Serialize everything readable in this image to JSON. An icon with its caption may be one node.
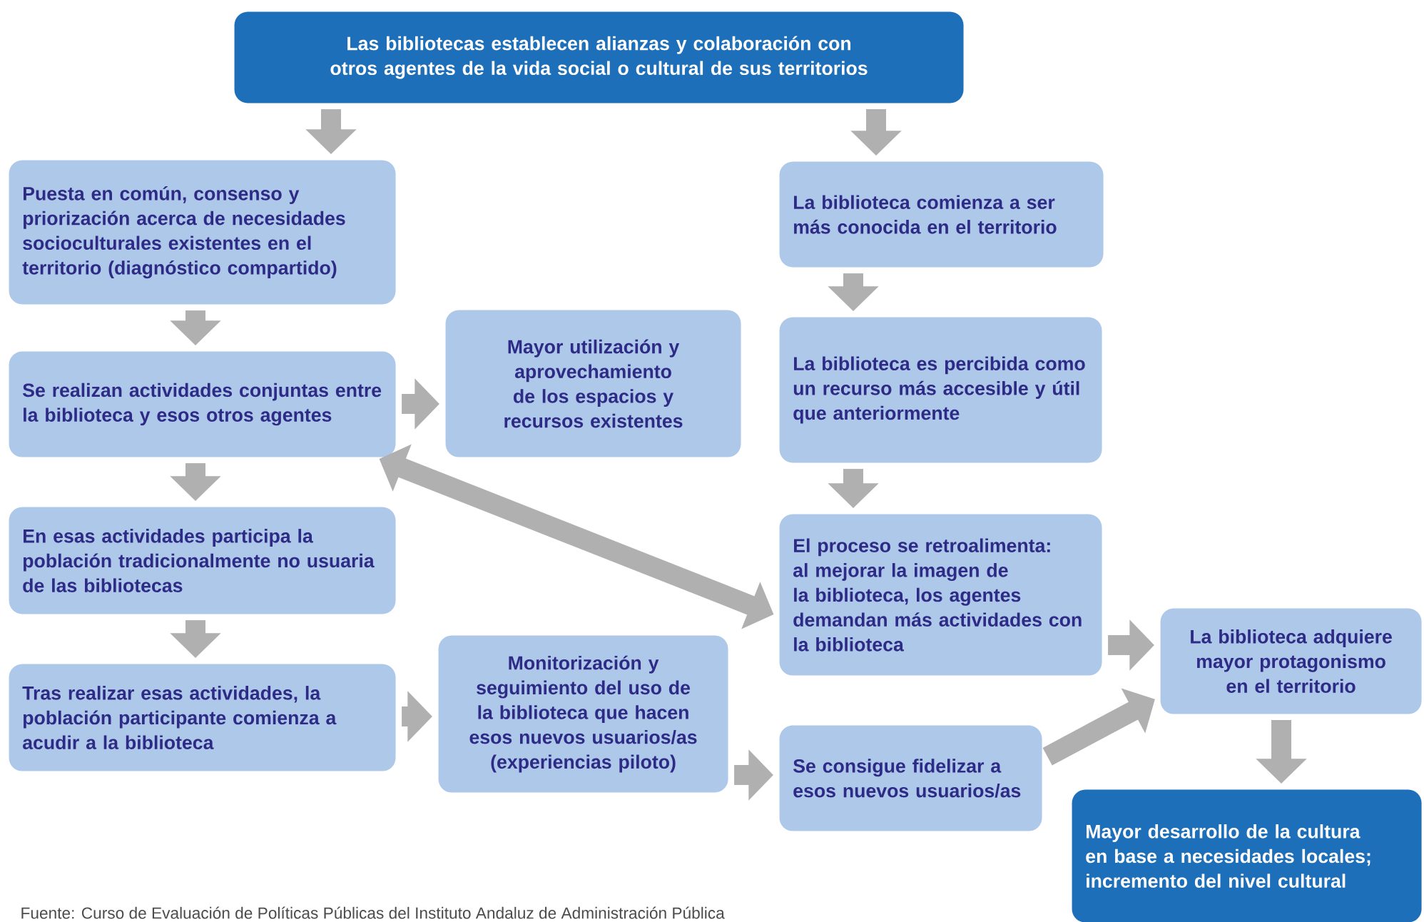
{
  "diagram": {
    "nodes": [
      {
        "text": [
          "Las bibliotecas establecen alianzas y colaboración con otros agentes de la vida social o cultural de sus territorios"
        ]
      },
      {
        "text": [
          "Puesta en común, consenso y priorización acerca de necesidades socioculturales existentes en el territorio (diagnóstico compartido)"
        ]
      },
      {
        "text": [
          "Se realizan actividades conjuntas entre la biblioteca y esos otros agentes"
        ]
      },
      {
        "text": [
          "Mayor utilización y aprovechamiento de los espacios y recursos existentes"
        ]
      },
      {
        "text": [
          "En esas actividades participa la población tradicionalmente no usuaria de las bibliotecas"
        ]
      },
      {
        "text": [
          "Tras realizar esas actividades, la población participante comienza a acudir a la biblioteca"
        ]
      },
      {
        "text": [
          "Monitorización y seguimiento del uso de la biblioteca que hacen esos nuevos usuarios/as (experiencias piloto)"
        ]
      },
      {
        "text": [
          "Se consigue fidelizar a esos nuevos usuarios/as"
        ]
      },
      {
        "text": [
          "La biblioteca comienza a ser más conocida en el territorio"
        ]
      },
      {
        "text": [
          "La biblioteca es percibida como un recurso más accesible y útil que anteriormente"
        ]
      },
      {
        "text": [
          "El proceso se retroalimenta: al mejorar la imagen de la biblioteca, los agentes demandan más actividades con la biblioteca"
        ]
      },
      {
        "text": [
          "La biblioteca adquiere mayor protagonismo en el territorio"
        ]
      },
      {
        "text": [
          "Mayor desarrollo de la cultura en base a necesidades locales; incremento del nivel cultural"
        ]
      }
    ],
    "edges": [
      {
        "from": 0,
        "to": 1,
        "arrow": "to"
      },
      {
        "from": 0,
        "to": 8,
        "arrow": "to"
      },
      {
        "from": 1,
        "to": 2,
        "arrow": "to"
      },
      {
        "from": 2,
        "to": 3,
        "arrow": "to"
      },
      {
        "from": 2,
        "to": 4,
        "arrow": "to"
      },
      {
        "from": 4,
        "to": 5,
        "arrow": "to"
      },
      {
        "from": 5,
        "to": 6,
        "arrow": "to"
      },
      {
        "from": 6,
        "to": 7,
        "arrow": "to"
      },
      {
        "from": 7,
        "to": 11,
        "arrow": "to"
      },
      {
        "from": 8,
        "to": 9,
        "arrow": "to"
      },
      {
        "from": 9,
        "to": 10,
        "arrow": "to"
      },
      {
        "from": 10,
        "to": 11,
        "arrow": "to"
      },
      {
        "from": 11,
        "to": 12,
        "arrow": "to"
      },
      {
        "from": 10,
        "to": 2,
        "arrow": "both"
      }
    ],
    "labels": [
      "Fuente: Curso de Evaluación de Políticas Públicas del Instituto Andaluz de Administración Pública"
    ]
  }
}
